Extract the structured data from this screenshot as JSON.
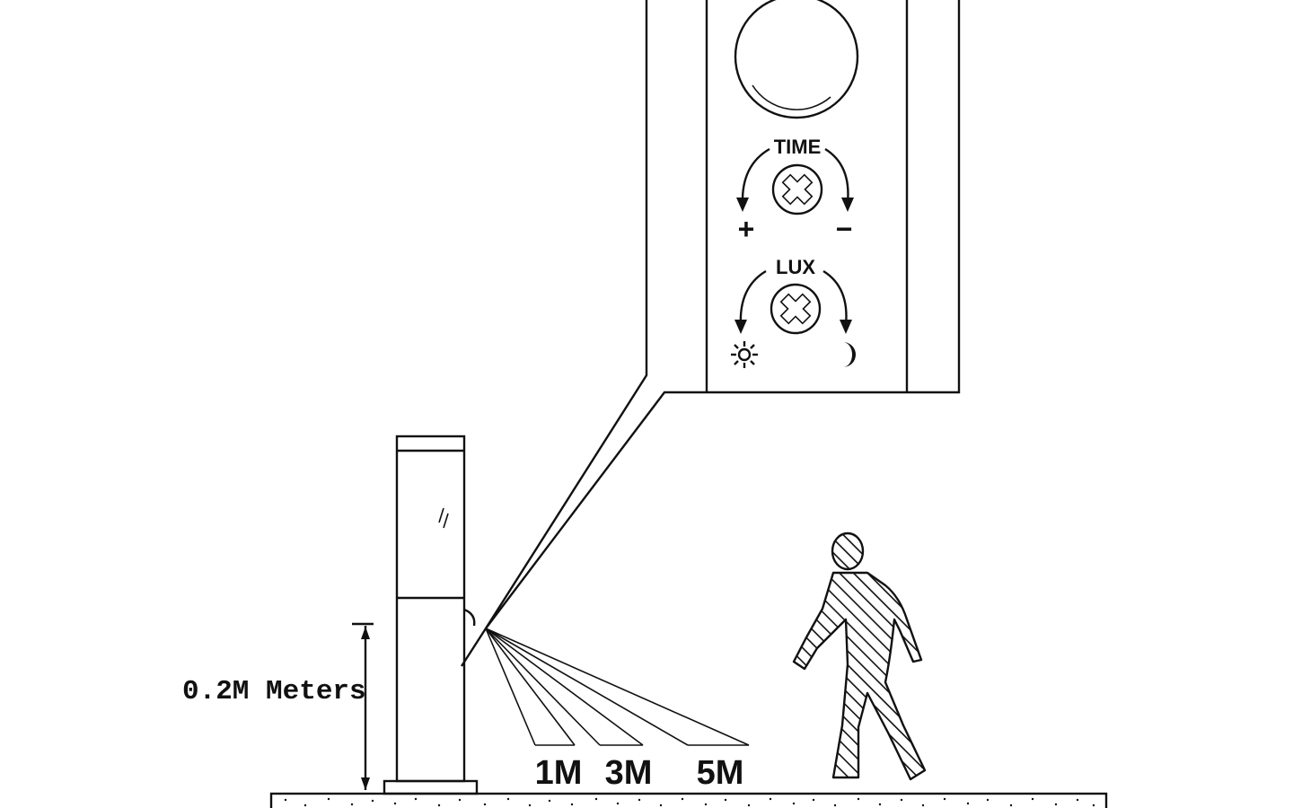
{
  "diagram": {
    "panel": {
      "time_label": "TIME",
      "time_plus": "+",
      "time_minus": "−",
      "lux_label": "LUX",
      "lux_day_icon": "sun-icon",
      "lux_night_icon": "moon-icon"
    },
    "height_label": "0.2M Meters",
    "distances": [
      "1M",
      "3M",
      "5M"
    ],
    "colors": {
      "line": "#111111",
      "background": "#ffffff"
    }
  }
}
